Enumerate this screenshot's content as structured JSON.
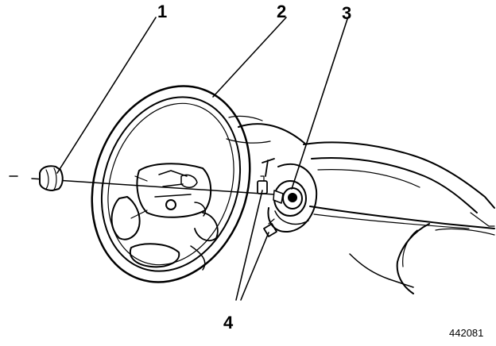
{
  "callouts": [
    {
      "label": "1",
      "part": "horn-pad-cap"
    },
    {
      "label": "2",
      "part": "steering-wheel"
    },
    {
      "label": "3",
      "part": "steering-column-hub"
    },
    {
      "label": "4",
      "part": "fasteners"
    }
  ],
  "figure_code": "442081",
  "colors": {
    "ink": "#000000",
    "background": "#ffffff"
  }
}
